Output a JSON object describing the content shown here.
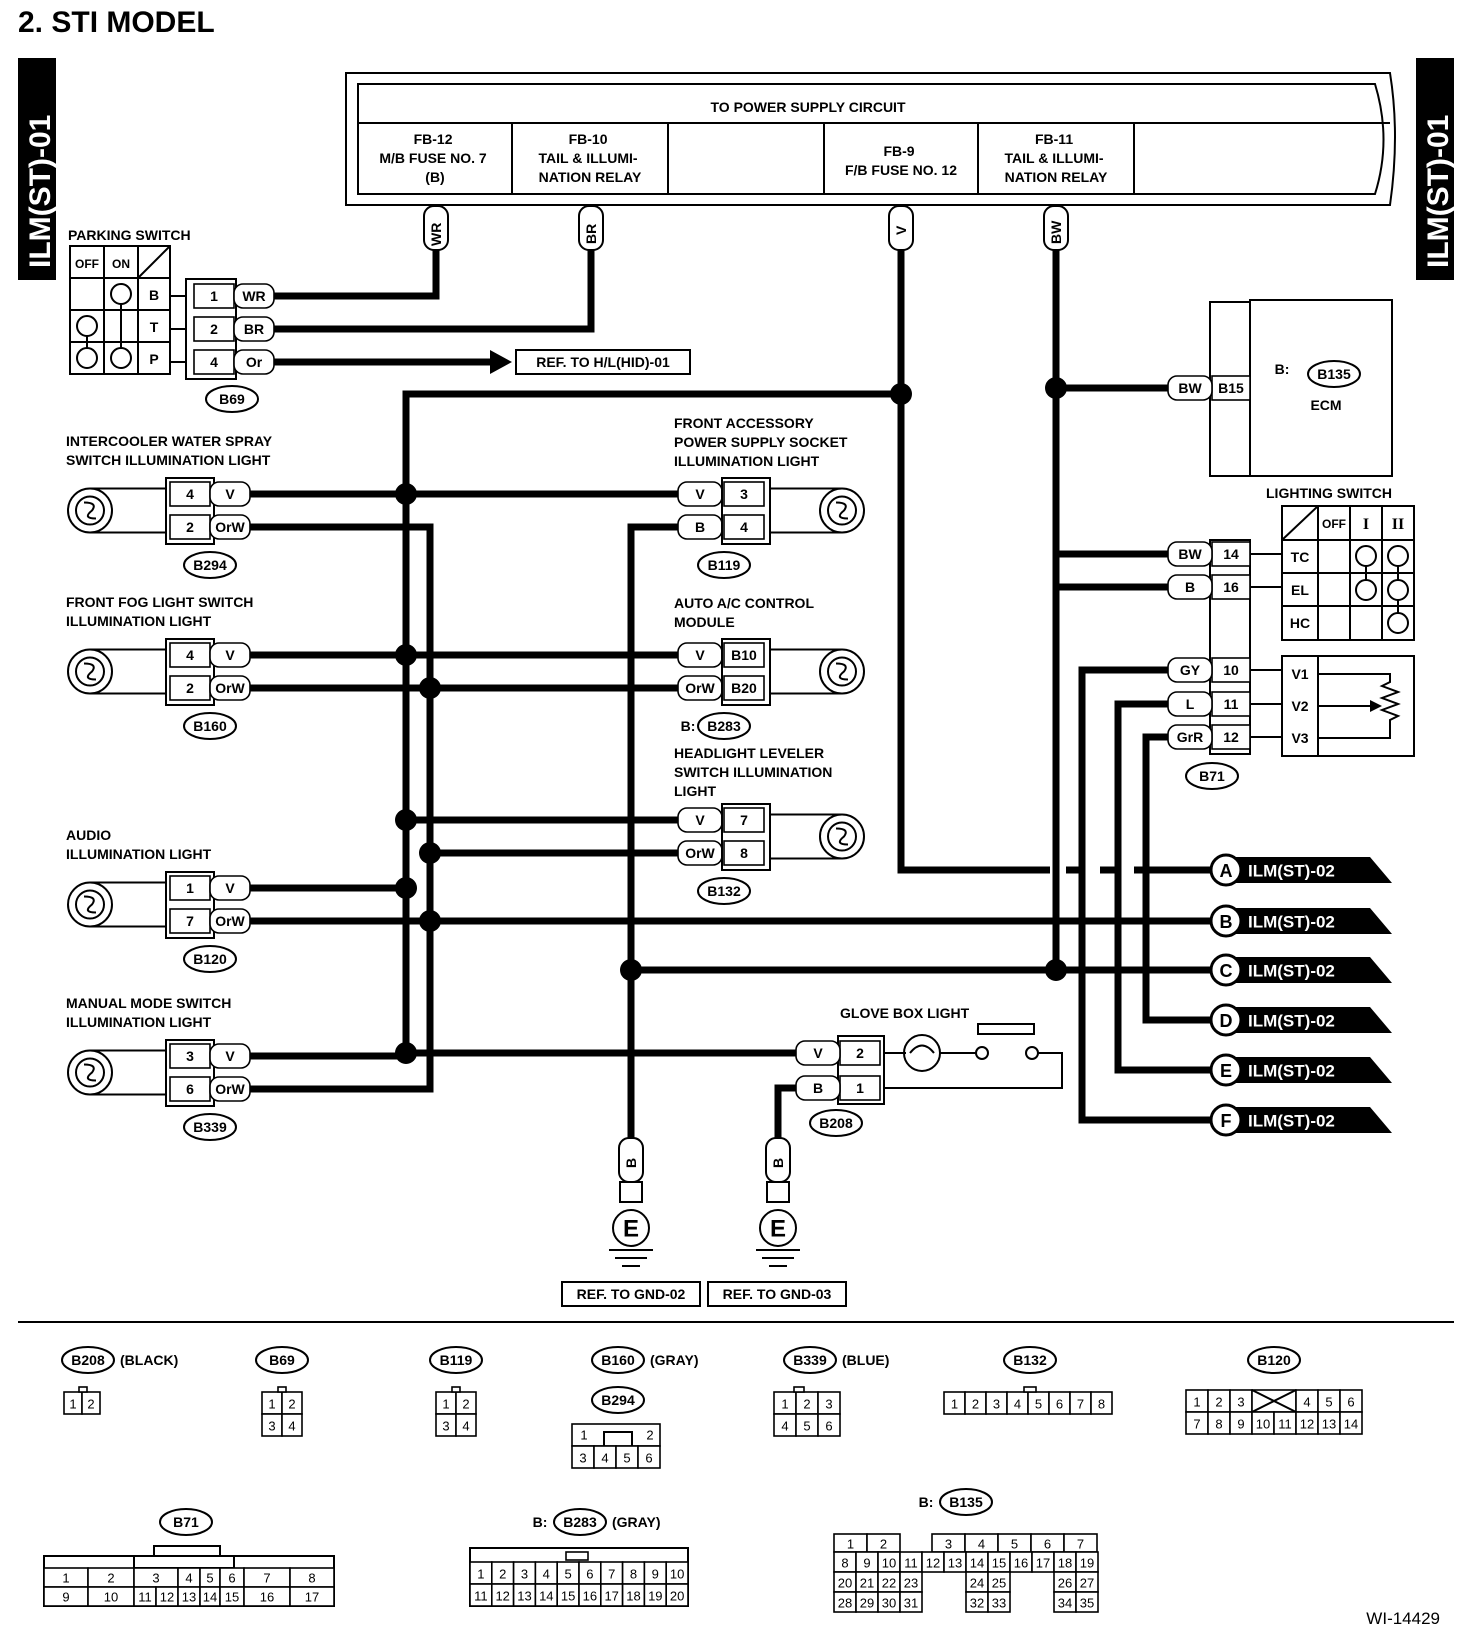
{
  "title": "2.  STI MODEL",
  "side_tab": "ILM(ST)-01",
  "figure_id": "WI-14429",
  "power_supply": {
    "header": "TO POWER SUPPLY CIRCUIT",
    "cells": [
      [
        "FB-12",
        "M/B FUSE NO. 7",
        "(B)"
      ],
      [
        "FB-10",
        "TAIL & ILLUMI-",
        "NATION RELAY"
      ],
      [
        "",
        "",
        ""
      ],
      [
        "FB-9",
        "F/B FUSE NO. 12",
        ""
      ],
      [
        "FB-11",
        "TAIL & ILLUMI-",
        "NATION RELAY"
      ],
      [
        "",
        "",
        ""
      ]
    ],
    "wires": [
      "WR",
      "BR",
      "V",
      "BW"
    ]
  },
  "parking_switch": {
    "title": "PARKING SWITCH",
    "off": "OFF",
    "on": "ON",
    "rows": [
      "B",
      "T",
      "P"
    ],
    "pins": [
      "1",
      "2",
      "4"
    ],
    "wires": [
      "WR",
      "BR",
      "Or"
    ],
    "connector": "B69",
    "ref": "REF. TO H/L(HID)-01"
  },
  "left_devices": [
    {
      "name": [
        "INTERCOOLER WATER SPRAY",
        "SWITCH ILLUMINATION LIGHT"
      ],
      "pins": [
        "4",
        "2"
      ],
      "wires": [
        "V",
        "OrW"
      ],
      "connector": "B294"
    },
    {
      "name": [
        "FRONT FOG LIGHT SWITCH",
        "ILLUMINATION LIGHT"
      ],
      "pins": [
        "4",
        "2"
      ],
      "wires": [
        "V",
        "OrW"
      ],
      "connector": "B160"
    },
    {
      "name": [
        "AUDIO",
        "ILLUMINATION LIGHT"
      ],
      "pins": [
        "1",
        "7"
      ],
      "wires": [
        "V",
        "OrW"
      ],
      "connector": "B120"
    },
    {
      "name": [
        "MANUAL MODE SWITCH",
        "ILLUMINATION LIGHT"
      ],
      "pins": [
        "3",
        "6"
      ],
      "wires": [
        "V",
        "OrW"
      ],
      "connector": "B339"
    }
  ],
  "mid_devices": [
    {
      "name": [
        "FRONT ACCESSORY",
        "POWER SUPPLY SOCKET",
        "ILLUMINATION LIGHT"
      ],
      "pins": [
        "3",
        "4"
      ],
      "wires": [
        "V",
        "B"
      ],
      "connector": "B119",
      "prefix": ""
    },
    {
      "name": [
        "AUTO A/C CONTROL",
        "MODULE"
      ],
      "pins": [
        "B10",
        "B20"
      ],
      "wires": [
        "V",
        "OrW"
      ],
      "connector": "B283",
      "prefix": "B:"
    },
    {
      "name": [
        "HEADLIGHT LEVELER",
        "SWITCH ILLUMINATION",
        "LIGHT"
      ],
      "pins": [
        "7",
        "8"
      ],
      "wires": [
        "V",
        "OrW"
      ],
      "connector": "B132",
      "prefix": ""
    }
  ],
  "ecm": {
    "prefix": "B:",
    "connector": "B135",
    "name": "ECM",
    "pin": "B15",
    "wire": "BW"
  },
  "lighting_switch": {
    "title": "LIGHTING SWITCH",
    "cols": [
      "OFF",
      "I",
      "II"
    ],
    "rows": [
      "TC",
      "EL",
      "HC"
    ],
    "v_rows": [
      "V1",
      "V2",
      "V3"
    ],
    "pins": [
      "14",
      "16",
      "10",
      "11",
      "12"
    ],
    "wires": [
      "BW",
      "B",
      "GY",
      "L",
      "GrR"
    ],
    "connector": "B71"
  },
  "glove_box": {
    "title": "GLOVE BOX LIGHT",
    "pins": [
      "2",
      "1"
    ],
    "wires": [
      "V",
      "B"
    ],
    "connector": "B208"
  },
  "grounds": [
    {
      "wire": "B",
      "symbol": "E",
      "ref": "REF. TO GND-02"
    },
    {
      "wire": "B",
      "symbol": "E",
      "ref": "REF. TO GND-03"
    }
  ],
  "outputs": [
    {
      "letter": "A",
      "ref": "ILM(ST)-02"
    },
    {
      "letter": "B",
      "ref": "ILM(ST)-02"
    },
    {
      "letter": "C",
      "ref": "ILM(ST)-02"
    },
    {
      "letter": "D",
      "ref": "ILM(ST)-02"
    },
    {
      "letter": "E",
      "ref": "ILM(ST)-02"
    },
    {
      "letter": "F",
      "ref": "ILM(ST)-02"
    }
  ],
  "connector_views": {
    "B208": {
      "name": "B208",
      "note": "(BLACK)",
      "rows": [
        [
          "1",
          "2"
        ]
      ]
    },
    "B69": {
      "name": "B69",
      "note": "",
      "rows": [
        [
          "1",
          "2"
        ],
        [
          "3",
          "4"
        ]
      ]
    },
    "B119": {
      "name": "B119",
      "note": "",
      "rows": [
        [
          "1",
          "2"
        ],
        [
          "3",
          "4"
        ]
      ]
    },
    "B160": {
      "name": "B160",
      "note": "(GRAY)",
      "sub": "B294",
      "rows": [
        [
          "1",
          "2"
        ],
        [
          "3",
          "4",
          "5",
          "6"
        ]
      ]
    },
    "B339": {
      "name": "B339",
      "note": "(BLUE)",
      "rows": [
        [
          "1",
          "2",
          "3"
        ],
        [
          "4",
          "5",
          "6"
        ]
      ]
    },
    "B132": {
      "name": "B132",
      "note": "",
      "rows": [
        [
          "1",
          "2",
          "3",
          "4",
          "5",
          "6",
          "7",
          "8"
        ]
      ]
    },
    "B120": {
      "name": "B120",
      "note": "",
      "rows": [
        [
          "1",
          "2",
          "3",
          "4",
          "5",
          "6"
        ],
        [
          "7",
          "8",
          "9",
          "10",
          "11",
          "12",
          "13",
          "14"
        ]
      ]
    },
    "B71": {
      "name": "B71",
      "note": "",
      "rows": [
        [
          "1",
          "2",
          "3",
          "4",
          "5",
          "6",
          "7",
          "8"
        ],
        [
          "9",
          "10",
          "11",
          "12",
          "13",
          "14",
          "15",
          "16",
          "17"
        ]
      ]
    },
    "B283": {
      "name": "B283",
      "prefix": "B:",
      "note": "(GRAY)",
      "rows": [
        [
          "1",
          "2",
          "3",
          "4",
          "5",
          "6",
          "7",
          "8",
          "9",
          "10"
        ],
        [
          "11",
          "12",
          "13",
          "14",
          "15",
          "16",
          "17",
          "18",
          "19",
          "20"
        ]
      ]
    },
    "B135": {
      "name": "B135",
      "prefix": "B:",
      "rows": [
        [
          "1",
          "2",
          "3",
          "4",
          "5",
          "6",
          "7"
        ],
        [
          "8",
          "9",
          "10",
          "11",
          "12",
          "13",
          "14",
          "15",
          "16",
          "17",
          "18",
          "19"
        ],
        [
          "20",
          "21",
          "22",
          "23",
          "24",
          "25",
          "26",
          "27"
        ],
        [
          "28",
          "29",
          "30",
          "31",
          "32",
          "33",
          "34",
          "35"
        ]
      ]
    }
  }
}
